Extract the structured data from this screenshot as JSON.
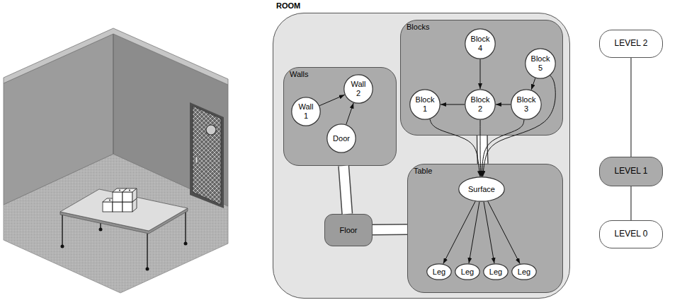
{
  "diagram": {
    "nodes": [
      {
        "text": [
          "ROOM"
        ]
      },
      {
        "text": [
          "Walls"
        ],
        "in": 0
      },
      {
        "text": [
          "Wall 1"
        ],
        "in": 1
      },
      {
        "text": [
          "Wall 2"
        ],
        "in": 1
      },
      {
        "text": [
          "Door"
        ],
        "in": 1
      },
      {
        "text": [
          "Blocks"
        ],
        "in": 0
      },
      {
        "text": [
          "Block 4"
        ],
        "in": 5
      },
      {
        "text": [
          "Block 5"
        ],
        "in": 5
      },
      {
        "text": [
          "Block 1"
        ],
        "in": 5
      },
      {
        "text": [
          "Block 2"
        ],
        "in": 5
      },
      {
        "text": [
          "Block 3"
        ],
        "in": 5
      },
      {
        "text": [
          "Floor"
        ],
        "in": 0
      },
      {
        "text": [
          "Table"
        ],
        "in": 0
      },
      {
        "text": [
          "Surface"
        ],
        "in": 12
      },
      {
        "text": [
          "Leg"
        ],
        "in": 12
      },
      {
        "text": [
          "Leg"
        ],
        "in": 12
      },
      {
        "text": [
          "Leg"
        ],
        "in": 12
      },
      {
        "text": [
          "Leg"
        ],
        "in": 12
      },
      {
        "text": [
          "LEVEL 2"
        ]
      },
      {
        "text": [
          "LEVEL 1"
        ]
      },
      {
        "text": [
          "LEVEL 0"
        ]
      }
    ],
    "edges": [
      {
        "from": 2,
        "to": 3,
        "arrow": "to"
      },
      {
        "from": 4,
        "to": 3,
        "arrow": "to"
      },
      {
        "from": 6,
        "to": 9,
        "arrow": "to"
      },
      {
        "from": 9,
        "to": 8,
        "arrow": "to"
      },
      {
        "from": 10,
        "to": 9,
        "arrow": "to"
      },
      {
        "from": 7,
        "to": 10,
        "arrow": "to"
      },
      {
        "from": 8,
        "to": 13,
        "arrow": "to"
      },
      {
        "from": 9,
        "to": 13,
        "arrow": "to"
      },
      {
        "from": 10,
        "to": 13,
        "arrow": "to"
      },
      {
        "from": 7,
        "to": 13,
        "arrow": "to"
      },
      {
        "from": 13,
        "to": 14,
        "arrow": "to"
      },
      {
        "from": 13,
        "to": 15,
        "arrow": "to"
      },
      {
        "from": 13,
        "to": 16,
        "arrow": "to"
      },
      {
        "from": 13,
        "to": 17,
        "arrow": "to"
      },
      {
        "from": 1,
        "to": 11,
        "arrow": "none"
      },
      {
        "from": 11,
        "to": 12,
        "arrow": "none"
      },
      {
        "from": 5,
        "to": 12,
        "arrow": "none"
      },
      {
        "from": 18,
        "to": 19,
        "arrow": "none"
      },
      {
        "from": 19,
        "to": 20,
        "arrow": "none"
      }
    ]
  }
}
